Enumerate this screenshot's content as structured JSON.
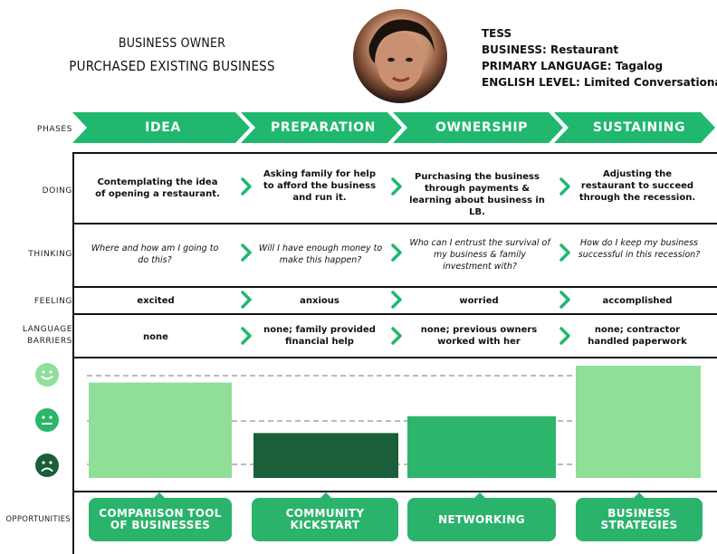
{
  "header": {
    "title_line1": "BUSINESS OWNER",
    "title_line2": "PURCHASED EXISTING BUSINESS"
  },
  "persona": {
    "name": "TESS",
    "business": "BUSINESS: Restaurant",
    "language": "PRIMARY LANGUAGE: Tagalog",
    "english": "ENGLISH LEVEL: Limited Conversational"
  },
  "row_labels": {
    "phases": "PHASES",
    "doing": "DOING",
    "thinking": "THINKING",
    "feeling": "FEELING",
    "language_l1": "LANGUAGE",
    "language_l2": "BARRIERS",
    "opportunities": "OPPORTUNITIES"
  },
  "phases": [
    {
      "name": "IDEA",
      "doing": "Contemplating the idea of opening a restaurant.",
      "thinking": "Where and how am I going to do this?",
      "feeling": "excited",
      "barrier": "none",
      "opportunity": "COMPARISON TOOL OF BUSINESSES"
    },
    {
      "name": "PREPARATION",
      "doing": "Asking family for help to afford the business and run it.",
      "thinking": "Will I have enough money to make this happen?",
      "feeling": "anxious",
      "barrier": "none; family provided financial help",
      "opportunity": "COMMUNITY KICKSTART"
    },
    {
      "name": "OWNERSHIP",
      "doing": "Purchasing the business through payments & learning about business in LB.",
      "thinking": "Who can I entrust the survival of my business & family investment with?",
      "feeling": "worried",
      "barrier": "none; previous owners worked with her",
      "opportunity": "NETWORKING"
    },
    {
      "name": "SUSTAINING",
      "doing": "Adjusting the restaurant to succeed through the recession.",
      "thinking": "How do I keep my business successful in this recession?",
      "feeling": "accomplished",
      "barrier": "none; contractor handled paperwork",
      "opportunity": "BUSINESS STRATEGIES"
    }
  ],
  "icons": [
    "happy-face-icon",
    "neutral-face-icon",
    "sad-face-icon",
    "chevron-right-icon"
  ],
  "colors": {
    "phase_green": "#1fb86e",
    "happy_light": "#8fdf99",
    "neutral_mid": "#2db56c",
    "sad_dark": "#1b5e3a",
    "opportunity_green": "#2ab36b"
  },
  "chart_data": {
    "type": "bar",
    "categories": [
      "IDEA",
      "PREPARATION",
      "OWNERSHIP",
      "SUSTAINING"
    ],
    "values": [
      0.85,
      0.4,
      0.55,
      1.0
    ],
    "scale_note": "",
    "ylim": [
      0,
      1
    ],
    "bar_colors": [
      "#8fdf99",
      "#1b5e3a",
      "#2db56c",
      "#8fdf99"
    ]
  }
}
